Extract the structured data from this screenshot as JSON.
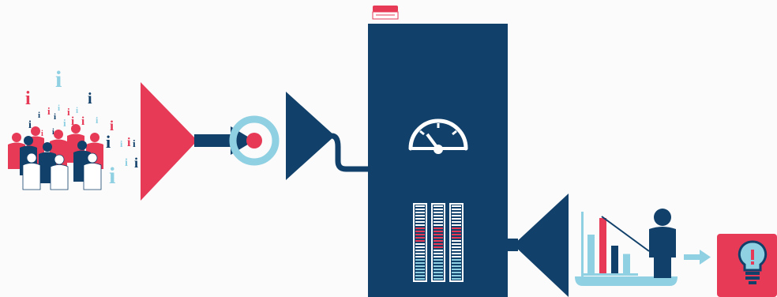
{
  "colors": {
    "navy": "#11406a",
    "red": "#e63a57",
    "light_blue": "#8fd0e2",
    "background": "#fbfbfb",
    "white": "#ffffff"
  },
  "icons": [
    "information-crowd-icon",
    "red-funnel-icon",
    "arrow-right-icon",
    "target-icon",
    "navy-funnel-icon",
    "pipe-icon",
    "processing-tank-icon",
    "speedometer-icon",
    "level-gauges-icon",
    "presenter-chart-icon",
    "lightbulb-icon"
  ],
  "gauges": [
    {
      "red_fraction": 0.2
    },
    {
      "red_fraction": 0.28
    },
    {
      "red_fraction": 0.18
    }
  ],
  "presentation_bars": [
    {
      "color": "light_blue",
      "value": 0.7
    },
    {
      "color": "red",
      "value": 1.0
    },
    {
      "color": "navy",
      "value": 0.5
    },
    {
      "color": "light_blue",
      "value": 0.35
    }
  ]
}
